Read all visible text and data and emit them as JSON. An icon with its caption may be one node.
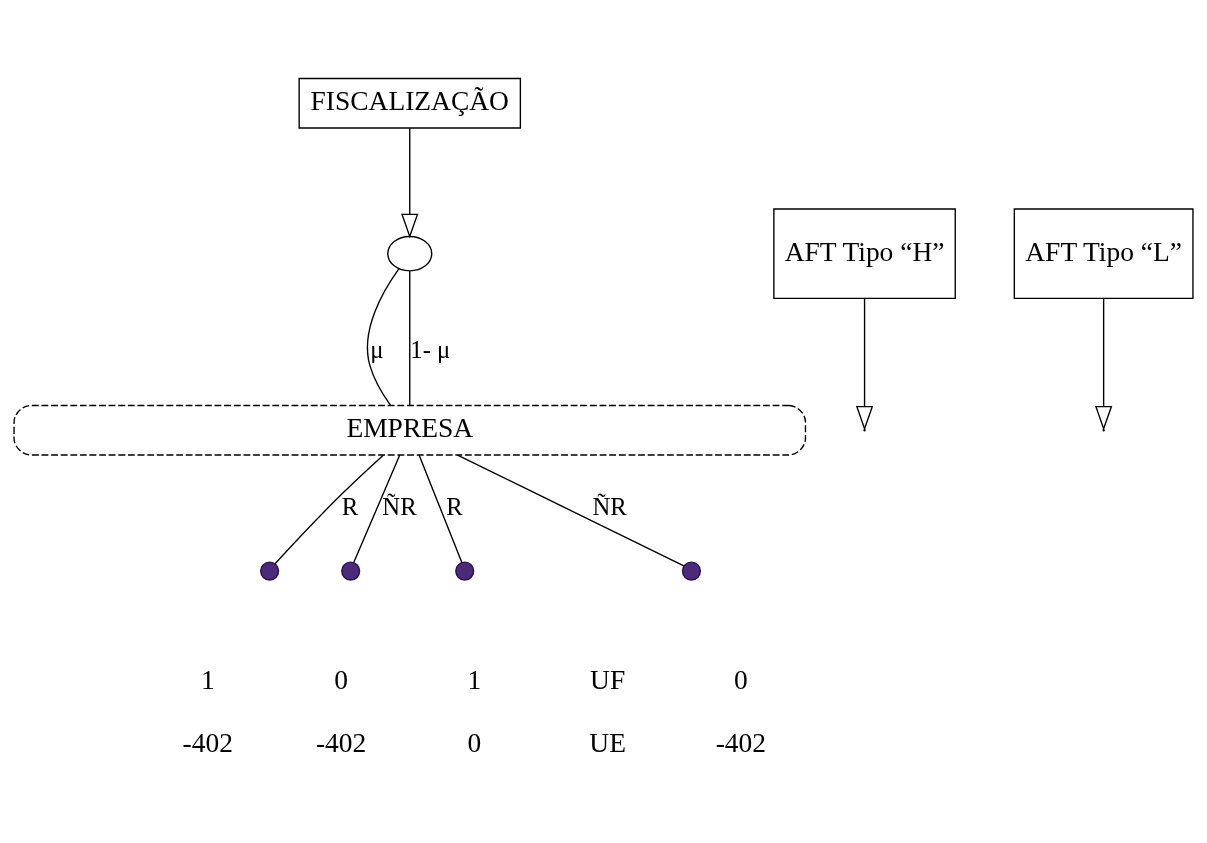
{
  "diagram": {
    "nodes": [
      {
        "text": [
          "FISCALIZAÇÃO"
        ]
      },
      {
        "text": [],
        "shape": "circle"
      },
      {
        "text": [
          "AFT Tipo “H”"
        ]
      },
      {
        "text": [
          "AFT Tipo “L”"
        ]
      },
      {
        "text": [
          "EMPRESA"
        ]
      },
      {
        "text": [],
        "shape": "circle",
        "beside": [
          "1",
          "-402"
        ]
      },
      {
        "text": [],
        "shape": "circle",
        "beside": [
          "0",
          "-402"
        ]
      },
      {
        "text": [],
        "shape": "circle",
        "beside": [
          "1",
          "0"
        ]
      },
      {
        "text": [],
        "shape": "circle",
        "beside": [
          "0",
          "-402"
        ]
      }
    ],
    "edges": [
      {
        "from": 0,
        "to": 1,
        "arrow": "to"
      },
      {
        "from": 2,
        "to": null,
        "arrow": "to"
      },
      {
        "from": 3,
        "to": null,
        "arrow": "to"
      },
      {
        "from": 1,
        "to": 4,
        "arrow": "none",
        "label": "μ"
      },
      {
        "from": 1,
        "to": 4,
        "arrow": "none",
        "label": "1- μ"
      },
      {
        "from": 4,
        "to": 5,
        "arrow": "none",
        "label": "R"
      },
      {
        "from": 4,
        "to": 6,
        "arrow": "none",
        "label": "ÑR"
      },
      {
        "from": 4,
        "to": 7,
        "arrow": "none",
        "label": "R"
      },
      {
        "from": 4,
        "to": 8,
        "arrow": "none",
        "label": "ÑR"
      }
    ],
    "labels": [
      "UF",
      "UE"
    ]
  }
}
